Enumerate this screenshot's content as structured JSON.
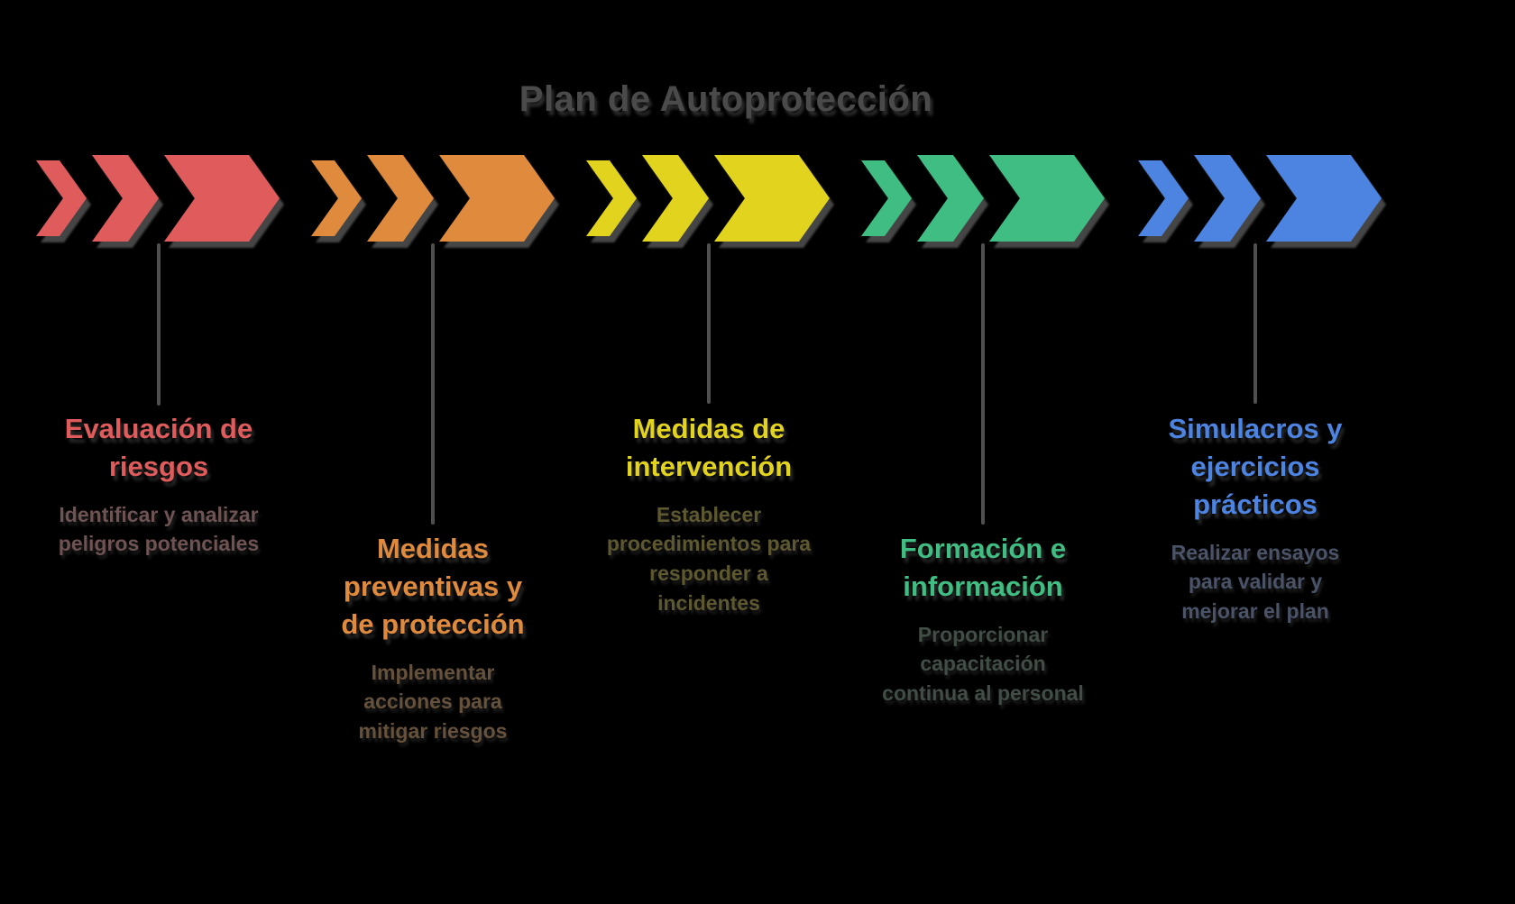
{
  "background": "#000000",
  "connector_color": "#4f4f4f",
  "title": {
    "text": "Plan de Autoprotección",
    "color": "#4a4a4a"
  },
  "steps": [
    {
      "id": "evaluacion-de-riesgos",
      "color": "#e05c5c",
      "body_color": "#6f5352",
      "title_lines": [
        "Evaluación de",
        "riesgos"
      ],
      "body_lines": [
        "Identificar y analizar",
        "peligros potenciales"
      ]
    },
    {
      "id": "medidas-preventivas",
      "color": "#e08a3d",
      "body_color": "#66523c",
      "title_lines": [
        "Medidas",
        "preventivas y",
        "de protección"
      ],
      "body_lines": [
        "Implementar",
        "acciones para",
        "mitigar riesgos"
      ]
    },
    {
      "id": "medidas-de-intervencion",
      "color": "#e2d31e",
      "body_color": "#5d5830",
      "title_lines": [
        "Medidas de",
        "intervención"
      ],
      "body_lines": [
        "Establecer",
        "procedimientos para",
        "responder a",
        "incidentes"
      ]
    },
    {
      "id": "formacion-e-informacion",
      "color": "#40bd82",
      "body_color": "#414e46",
      "title_lines": [
        "Formación e",
        "información"
      ],
      "body_lines": [
        "Proporcionar",
        "capacitación",
        "continua al personal"
      ]
    },
    {
      "id": "simulacros-y-ejercicios",
      "color": "#4d83e1",
      "body_color": "#4b5368",
      "title_lines": [
        "Simulacros y",
        "ejercicios",
        "prácticos"
      ],
      "body_lines": [
        "Realizar ensayos",
        "para validar y",
        "mejorar el plan"
      ]
    }
  ]
}
